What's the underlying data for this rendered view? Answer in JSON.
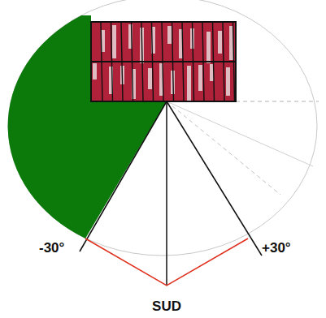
{
  "diagram": {
    "labels": [
      "-30°",
      "+30°",
      "SUD"
    ]
  }
}
